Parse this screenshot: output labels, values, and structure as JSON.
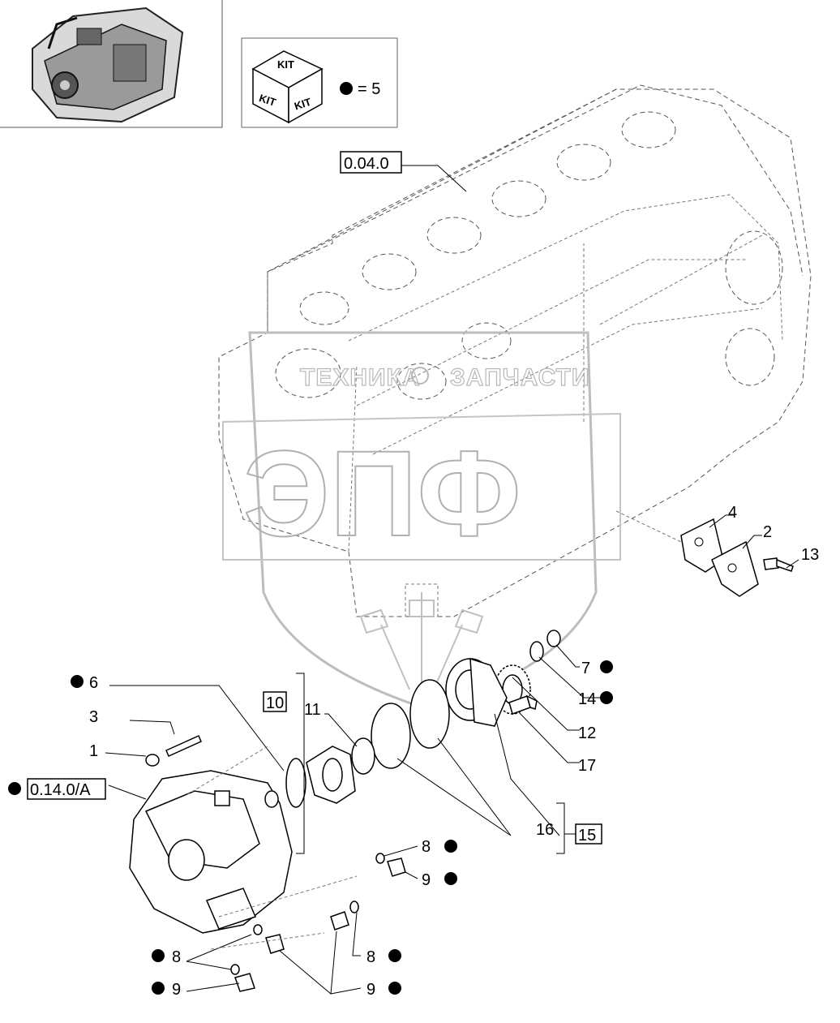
{
  "kit_box": {
    "cube_text": "KIT",
    "legend_value": "= 5"
  },
  "watermark": {
    "line1": "ТЕХНИКА",
    "line2": "ЗАПЧАСТИ",
    "big": "ЭПФ"
  },
  "refs": {
    "block": "0.04.0",
    "pump": "0.14.0/A",
    "group_a": "10",
    "group_b": "15"
  },
  "callouts": {
    "c1": "1",
    "c2": "2",
    "c3": "3",
    "c4": "4",
    "c6": "6",
    "c7": "7",
    "c8a": "8",
    "c8b": "8",
    "c8c": "8",
    "c9a": "9",
    "c9b": "9",
    "c9c": "9",
    "c11": "11",
    "c12": "12",
    "c13": "13",
    "c14": "14",
    "c16": "16",
    "c17": "17"
  }
}
